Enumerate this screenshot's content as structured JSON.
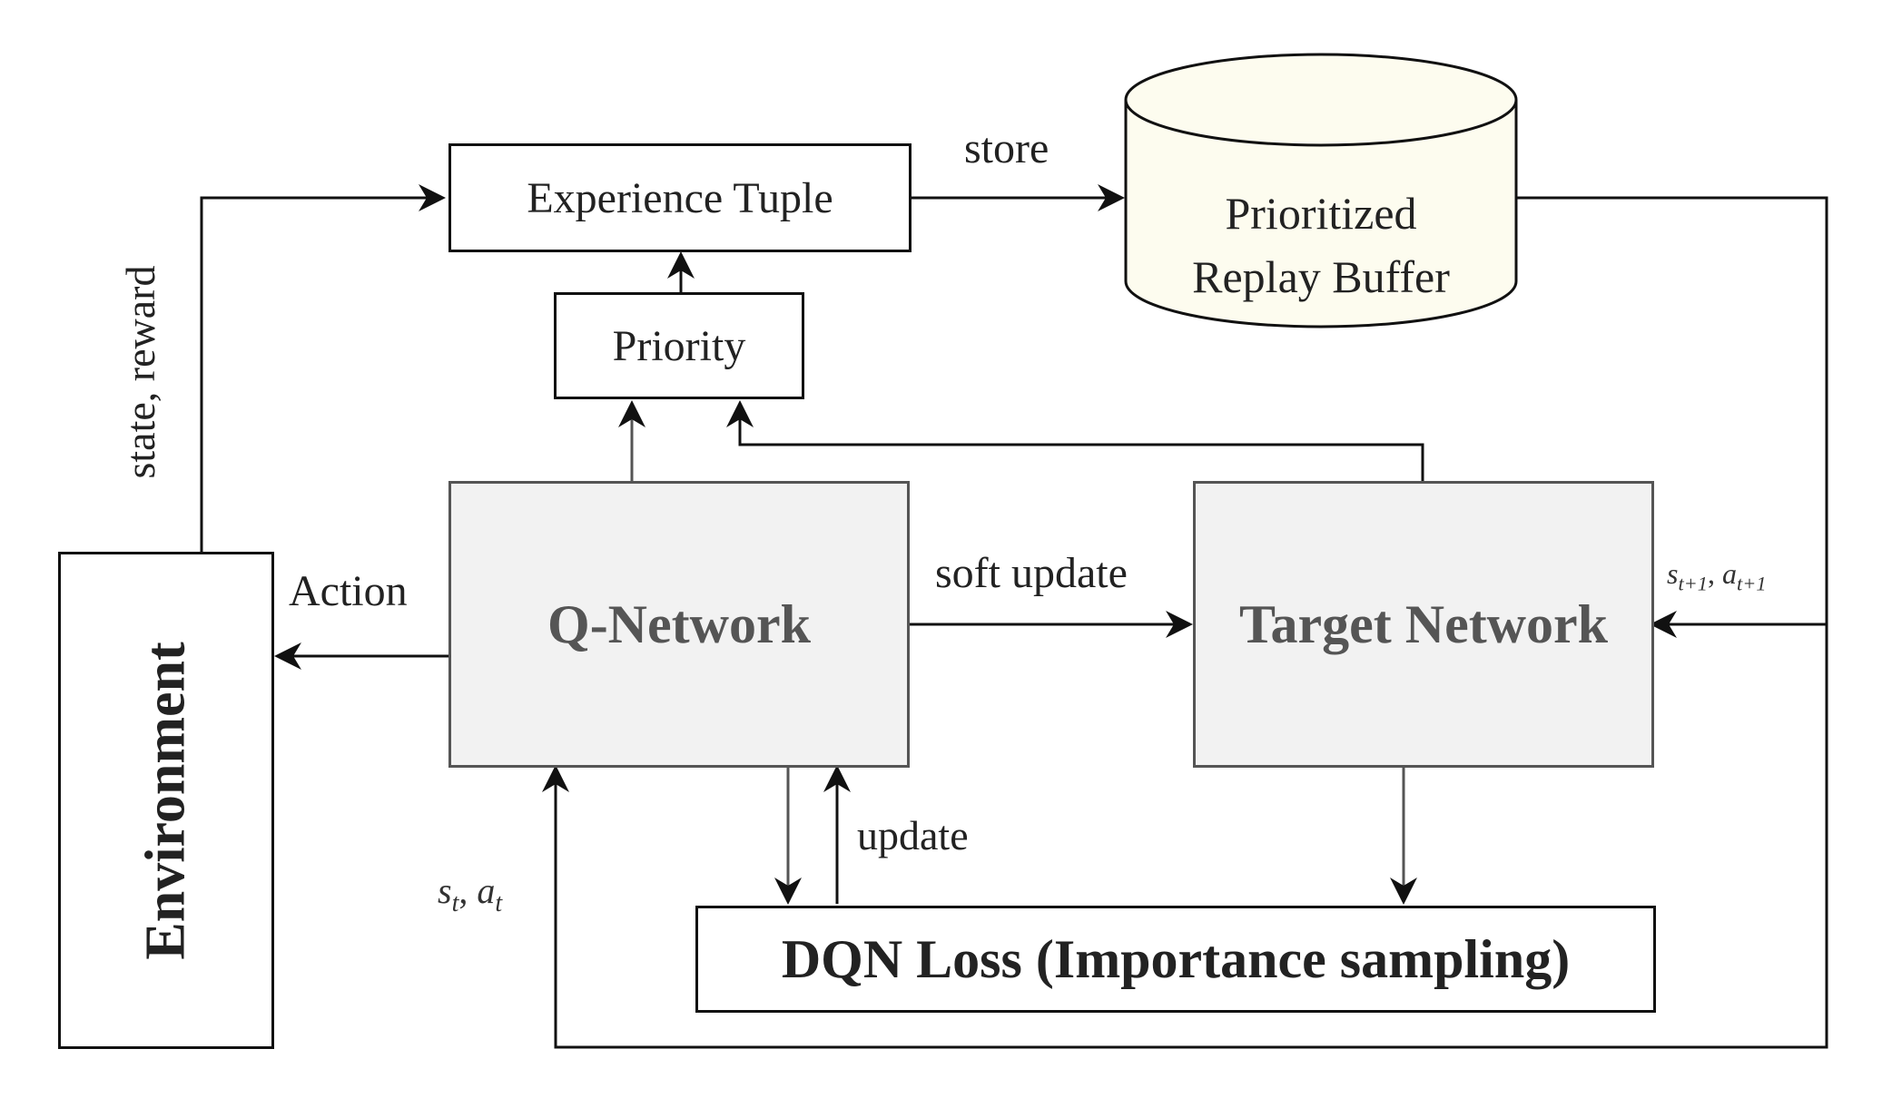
{
  "nodes": {
    "experience_tuple": "Experience Tuple",
    "priority": "Priority",
    "replay_buffer_line1": "Prioritized",
    "replay_buffer_line2": "Replay Buffer",
    "q_network": "Q-Network",
    "target_network": "Target Network",
    "dqn_loss": "DQN Loss (Importance sampling)",
    "environment": "Environment"
  },
  "edges": {
    "store": "store",
    "soft_update": "soft update",
    "action": "Action",
    "update": "update",
    "state_reward": "state, reward",
    "st_at": {
      "s": "s",
      "s_sub": "t",
      "sep": ", ",
      "a": "a",
      "a_sub": "t"
    },
    "st1_at1": {
      "s": "s",
      "s_sub": "t+1",
      "sep": ", ",
      "a": "a",
      "a_sub": "t+1"
    }
  },
  "colors": {
    "line": "#111111",
    "gray_line": "#555555",
    "network_fill": "#f2f2f2",
    "buffer_fill": "#fdfcef"
  }
}
